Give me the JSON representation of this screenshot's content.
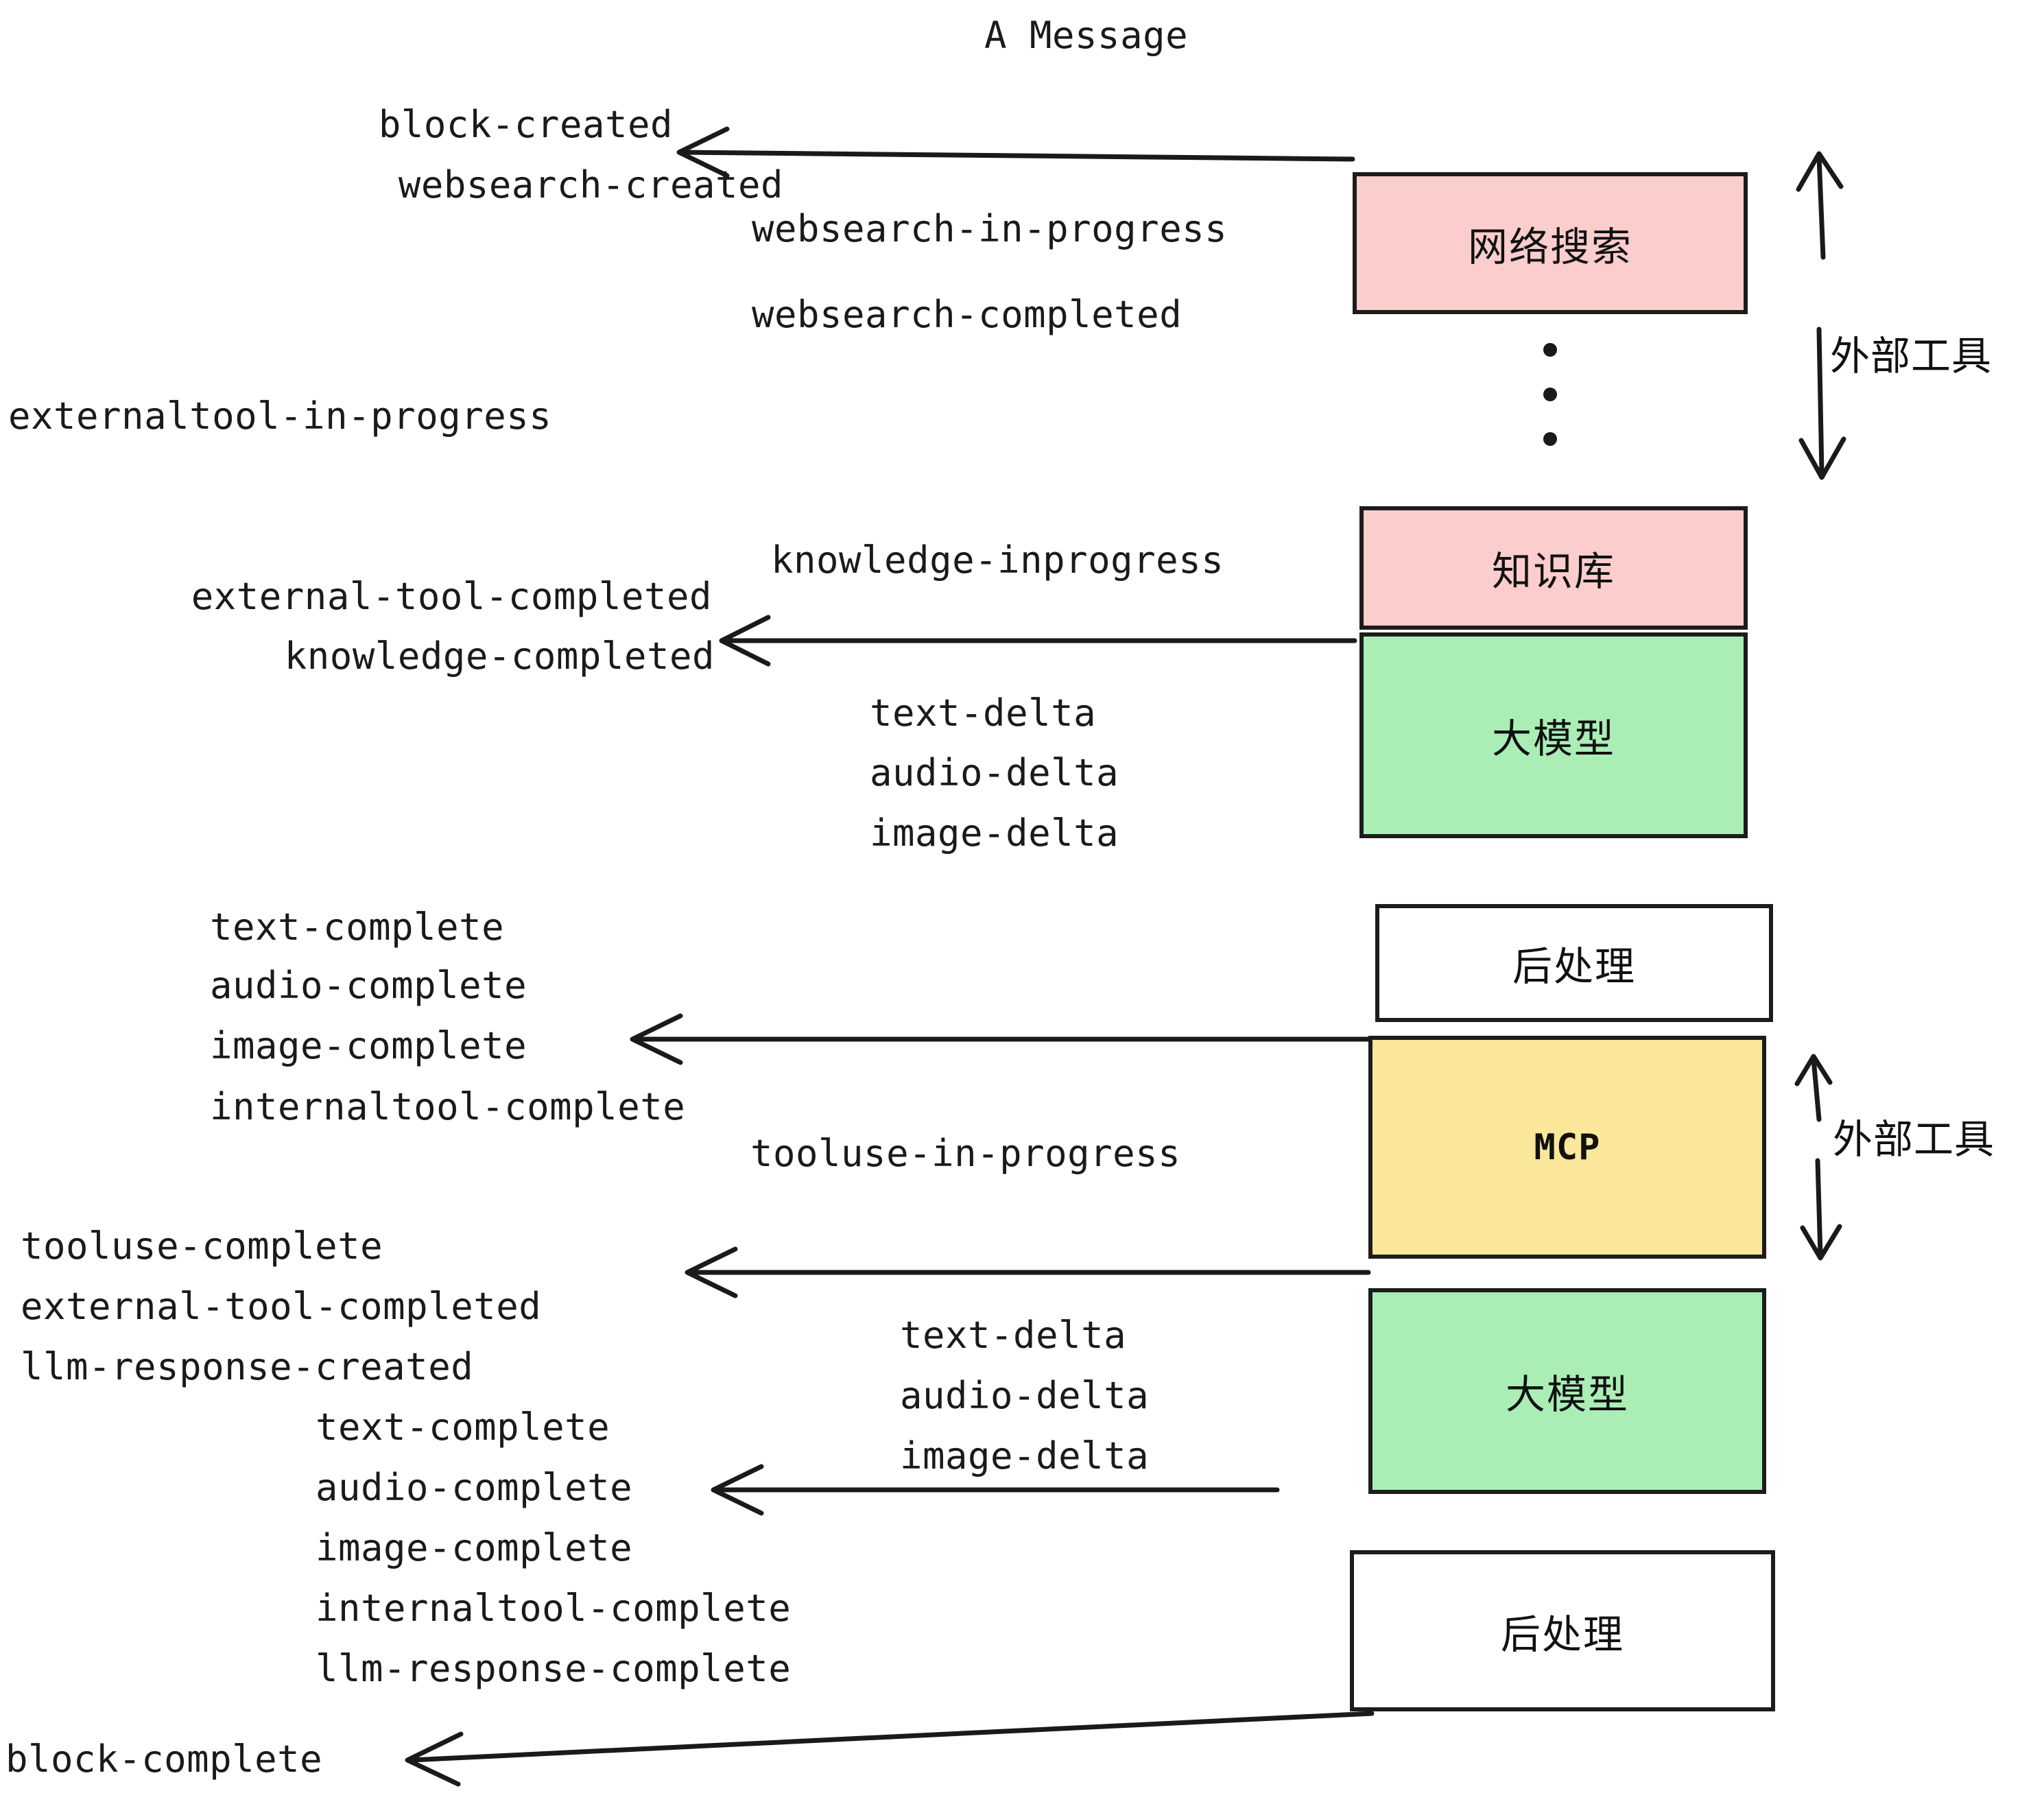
{
  "title": "A Message",
  "colors": {
    "pink": "#fbcdcd",
    "green": "#aaeeb6",
    "yellow": "#fbe79a",
    "white": "#ffffff",
    "stroke": "#1c1c1c",
    "text": "#1a1a1a"
  },
  "boxes": [
    {
      "label": "网络搜索",
      "fill": "#fbcdcd"
    },
    {
      "label": "知识库",
      "fill": "#fbcdcd"
    },
    {
      "label": "大模型",
      "fill": "#aaeeb6"
    },
    {
      "label": "后处理",
      "fill": "#ffffff"
    },
    {
      "label": "MCP",
      "fill": "#fbe79a"
    },
    {
      "label": "大模型",
      "fill": "#aaeeb6"
    },
    {
      "label": "后处理",
      "fill": "#ffffff"
    }
  ],
  "side_labels": [
    {
      "label": "外部工具"
    },
    {
      "label": "外部工具"
    }
  ],
  "events": [
    {
      "text": "block-created"
    },
    {
      "text": "websearch-created"
    },
    {
      "text": "websearch-in-progress"
    },
    {
      "text": "websearch-completed"
    },
    {
      "text": "externaltool-in-progress"
    },
    {
      "text": "knowledge-inprogress"
    },
    {
      "text": "external-tool-completed"
    },
    {
      "text": "knowledge-completed"
    },
    {
      "text": "text-delta"
    },
    {
      "text": "audio-delta"
    },
    {
      "text": "image-delta"
    },
    {
      "text": "text-complete"
    },
    {
      "text": "audio-complete"
    },
    {
      "text": "image-complete"
    },
    {
      "text": "internaltool-complete"
    },
    {
      "text": "tooluse-in-progress"
    },
    {
      "text": "tooluse-complete"
    },
    {
      "text": "external-tool-completed"
    },
    {
      "text": "llm-response-created"
    },
    {
      "text": "text-delta"
    },
    {
      "text": "audio-delta"
    },
    {
      "text": "image-delta"
    },
    {
      "text": "text-complete"
    },
    {
      "text": "audio-complete"
    },
    {
      "text": "image-complete"
    },
    {
      "text": "internaltool-complete"
    },
    {
      "text": "llm-response-complete"
    },
    {
      "text": "block-complete"
    }
  ]
}
